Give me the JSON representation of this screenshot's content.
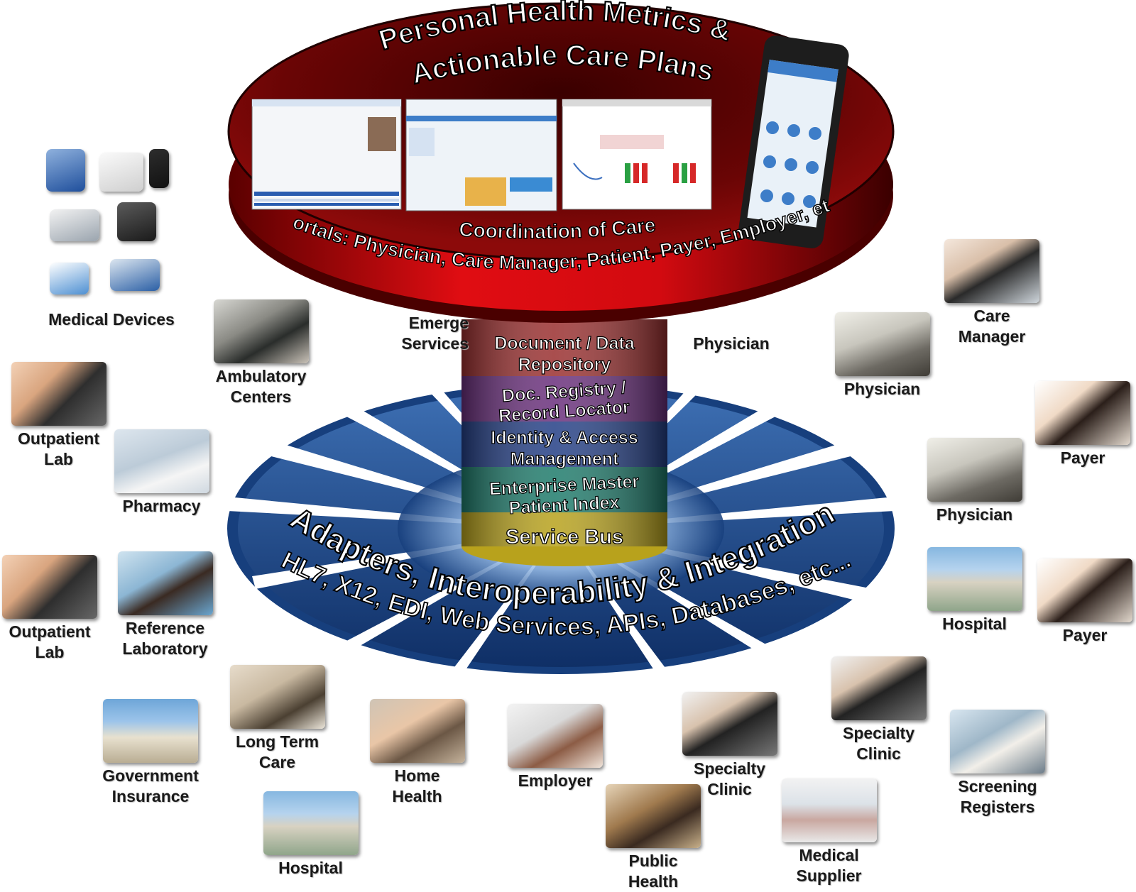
{
  "platform": {
    "title_line1": "Personal Health Metrics &",
    "title_line2": "Actionable Care Plans",
    "coordination": "Coordination of Care",
    "portals": "Portals: Physician, Care Manager, Patient, Payer, Employer, etc."
  },
  "stack": [
    {
      "line1": "Document / Data",
      "line2": "Repository",
      "color": "#9a2f2f"
    },
    {
      "line1": "Doc. Registry /",
      "line2": "Record Locator",
      "color": "#6a2f7c"
    },
    {
      "line1": "Identity & Access",
      "line2": "Management",
      "color": "#243f86"
    },
    {
      "line1": "Enterprise Master",
      "line2": "Patient Index",
      "color": "#1e7b6b"
    },
    {
      "line1": "Service Bus",
      "line2": "",
      "color": "#b8a21c"
    }
  ],
  "integration": {
    "line1": "Adapters, Interoperability & Integration",
    "line2": "HL7, X12, EDI, Web Services, APIs, Databases, etc..."
  },
  "nodes": {
    "medical_devices": "Medical Devices",
    "outpatient_lab_1": "Outpatient\nLab",
    "pharmacy": "Pharmacy",
    "ambulatory": "Ambulatory\nCenters",
    "emergency": "Emerge\nServices",
    "physician_top": "Physician",
    "care_manager": "Care\nManager",
    "physician_2": "Physician",
    "payer_1": "Payer",
    "physician_3": "Physician",
    "hospital_right": "Hospital",
    "payer_2": "Payer",
    "outpatient_lab_2": "Outpatient\nLab",
    "reference_lab": "Reference\nLaboratory",
    "government": "Government\nInsurance",
    "long_term": "Long Term\nCare",
    "home_health": "Home\nHealth",
    "employer": "Employer",
    "specialty_1": "Specialty\nClinic",
    "specialty_2": "Specialty\nClinic",
    "screening": "Screening\nRegisters",
    "hospital_bottom": "Hospital",
    "public_health": "Public\nHealth",
    "medical_supplier": "Medical\nSupplier"
  },
  "colors": {
    "platform_red": "#b3050a",
    "platform_dark": "#4a0000",
    "ring_blue": "#1f4a8c",
    "ring_light": "#6f9fd6"
  }
}
